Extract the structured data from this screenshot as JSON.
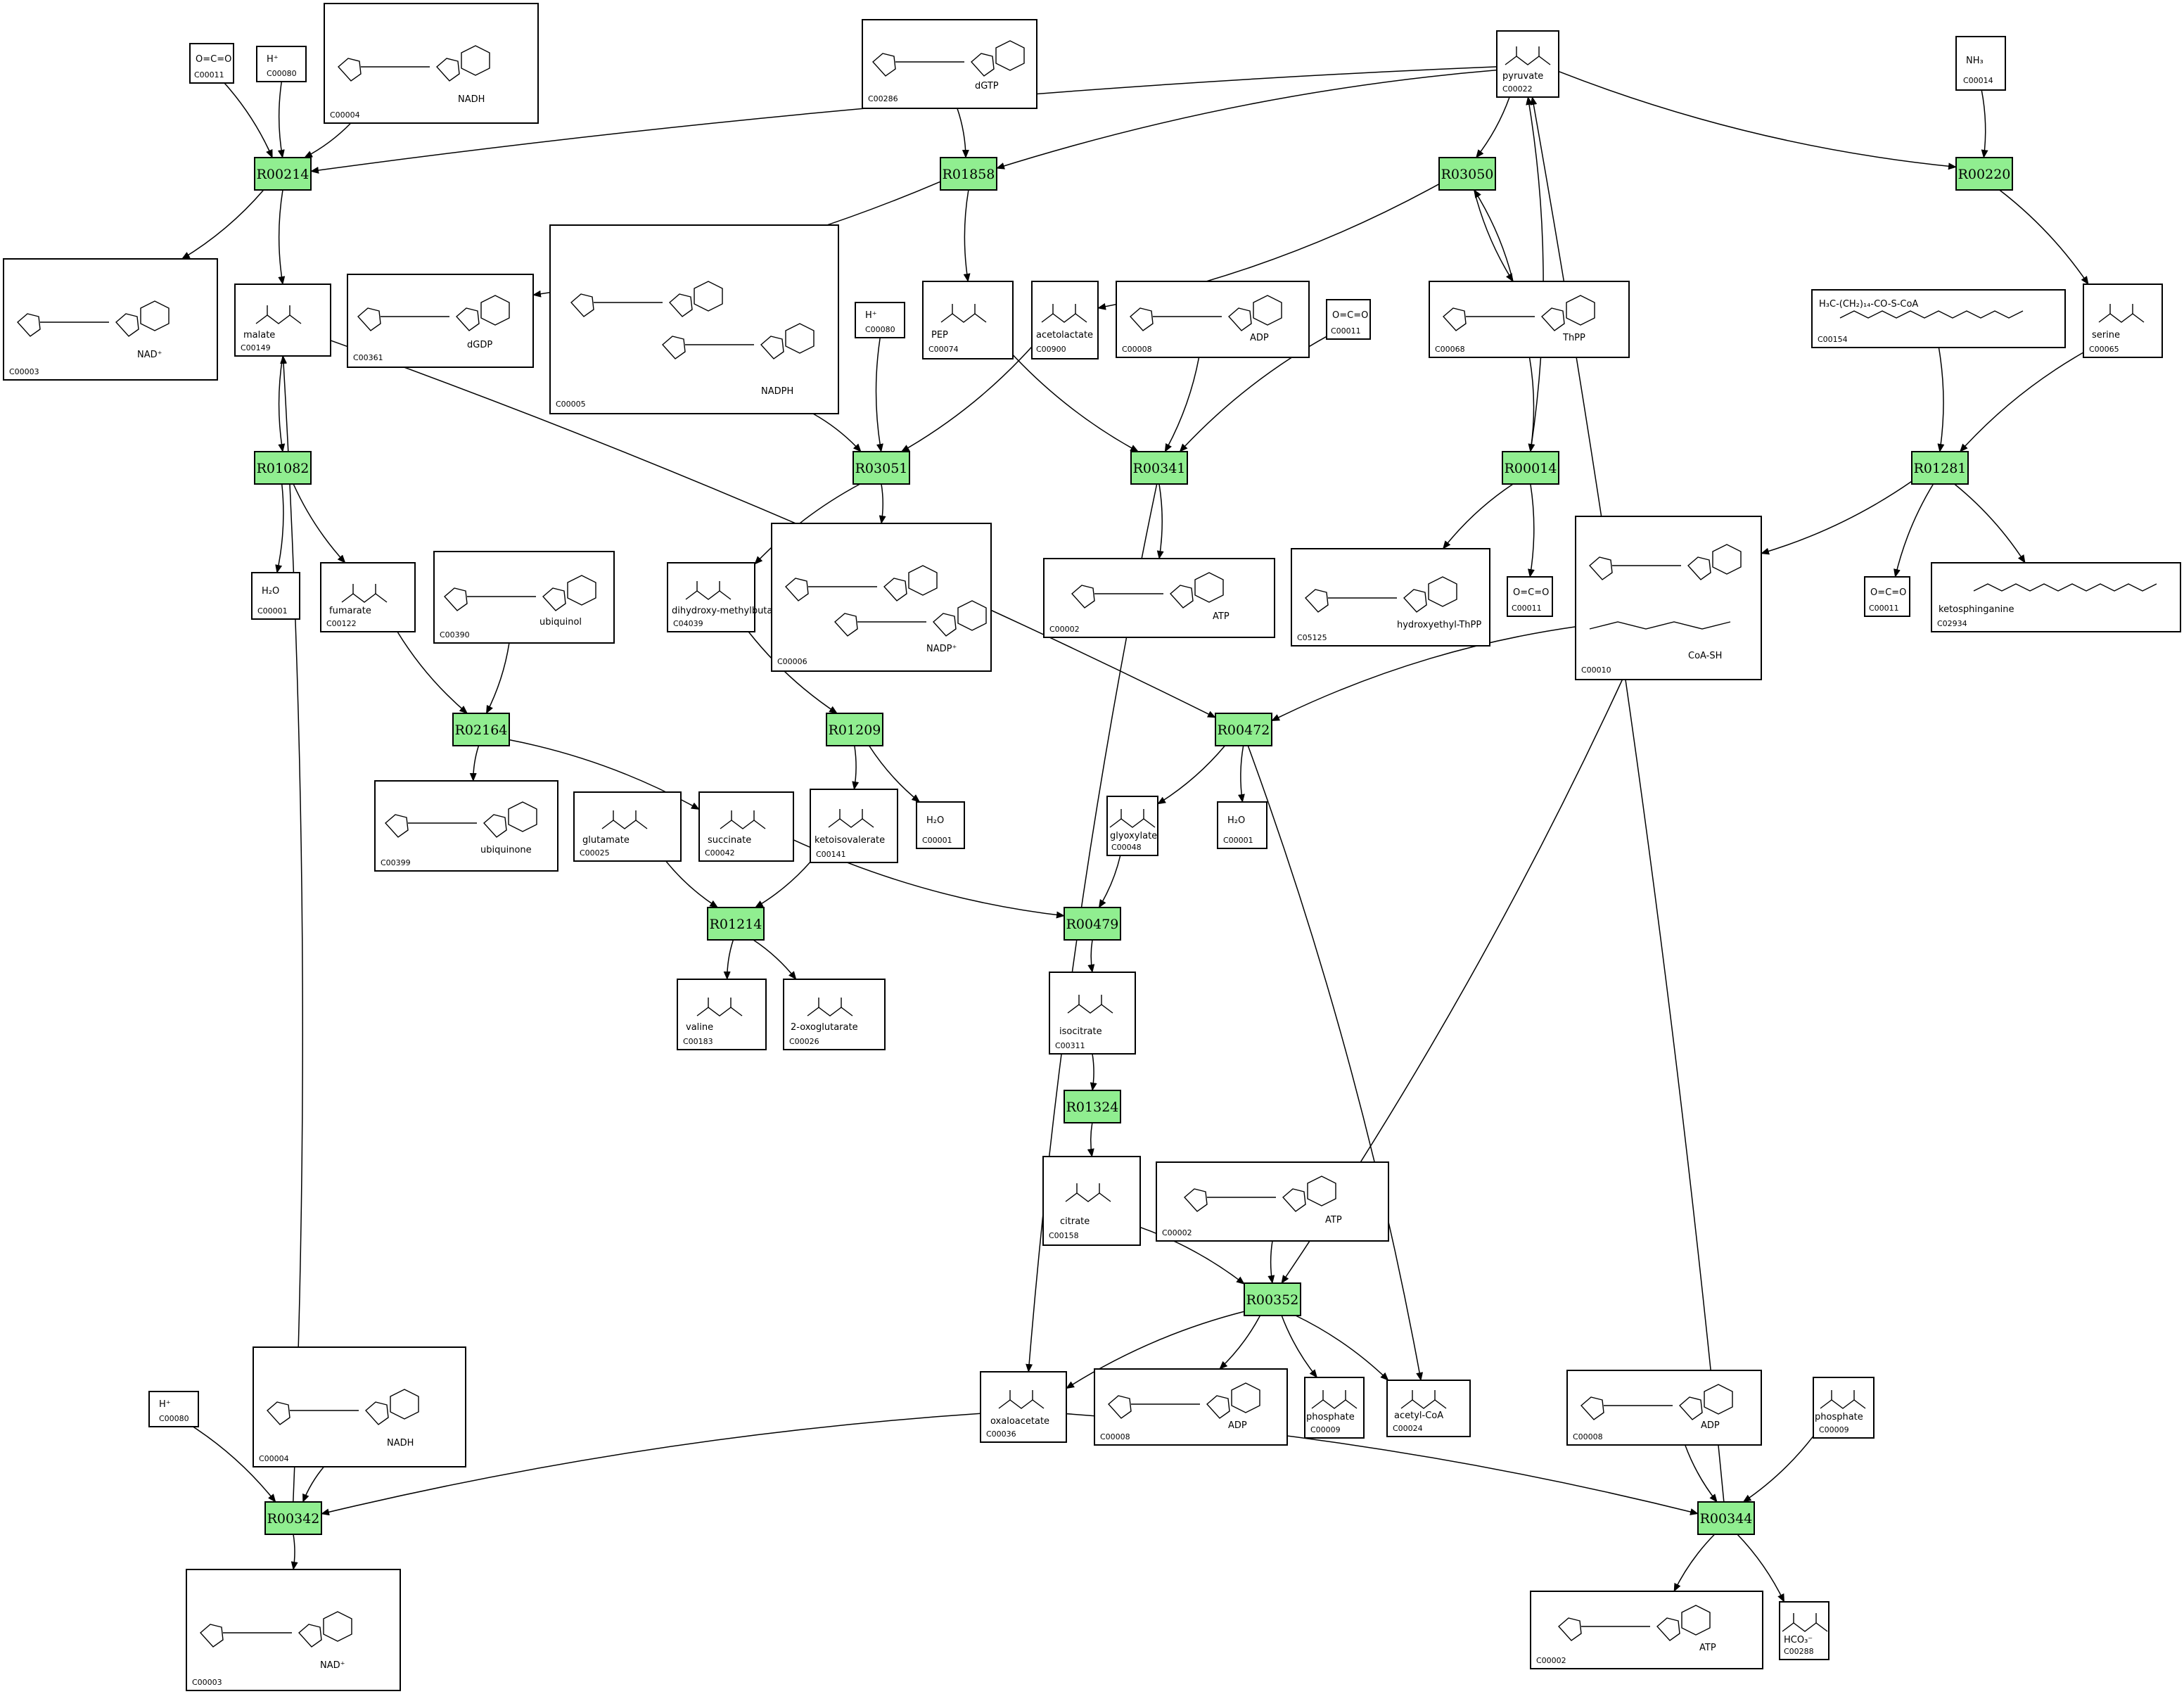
{
  "reactions": [
    {
      "id": "r00214",
      "label": "R00214"
    },
    {
      "id": "r01858",
      "label": "R01858"
    },
    {
      "id": "r03050",
      "label": "R03050"
    },
    {
      "id": "r00220",
      "label": "R00220"
    },
    {
      "id": "r01082",
      "label": "R01082"
    },
    {
      "id": "r03051",
      "label": "R03051"
    },
    {
      "id": "r00341",
      "label": "R00341"
    },
    {
      "id": "r00014",
      "label": "R00014"
    },
    {
      "id": "r01281",
      "label": "R01281"
    },
    {
      "id": "r02164",
      "label": "R02164"
    },
    {
      "id": "r01209",
      "label": "R01209"
    },
    {
      "id": "r00472",
      "label": "R00472"
    },
    {
      "id": "r01214",
      "label": "R01214"
    },
    {
      "id": "r00479",
      "label": "R00479"
    },
    {
      "id": "r01324",
      "label": "R01324"
    },
    {
      "id": "r00352",
      "label": "R00352"
    },
    {
      "id": "r00342",
      "label": "R00342"
    },
    {
      "id": "r00344",
      "label": "R00344"
    }
  ],
  "compounds": [
    {
      "id": "c00011a",
      "label": "C00011",
      "formula": "O=C=O"
    },
    {
      "id": "c00080a",
      "label": "C00080",
      "formula": "H⁺"
    },
    {
      "id": "c00004a",
      "label": "C00004",
      "formula": "NADH"
    },
    {
      "id": "c00286",
      "label": "C00286",
      "formula": "dGTP"
    },
    {
      "id": "c00022",
      "label": "C00022",
      "formula": "pyruvate"
    },
    {
      "id": "c00014",
      "label": "C00014",
      "formula": "NH₃"
    },
    {
      "id": "c00003a",
      "label": "C00003",
      "formula": "NAD⁺"
    },
    {
      "id": "c00149",
      "label": "C00149",
      "formula": "malate"
    },
    {
      "id": "c00361",
      "label": "C00361",
      "formula": "dGDP"
    },
    {
      "id": "c00005",
      "label": "C00005",
      "formula": "NADPH"
    },
    {
      "id": "c00080b",
      "label": "C00080",
      "formula": "H⁺"
    },
    {
      "id": "c00074",
      "label": "C00074",
      "formula": "PEP"
    },
    {
      "id": "c00900",
      "label": "C00900",
      "formula": "acetolactate"
    },
    {
      "id": "c00008",
      "label": "C00008",
      "formula": "ADP"
    },
    {
      "id": "c00011b",
      "label": "C00011",
      "formula": "O=C=O"
    },
    {
      "id": "c00068",
      "label": "C00068",
      "formula": "ThPP"
    },
    {
      "id": "c00154",
      "label": "C00154",
      "formula": "H₃C-(CH₂)₁₄-CO-S-CoA"
    },
    {
      "id": "c00065",
      "label": "C00065",
      "formula": "serine"
    },
    {
      "id": "c00001a",
      "label": "C00001",
      "formula": "H₂O"
    },
    {
      "id": "c00122",
      "label": "C00122",
      "formula": "fumarate"
    },
    {
      "id": "c00390",
      "label": "C00390",
      "formula": "ubiquinol"
    },
    {
      "id": "c04039",
      "label": "C04039",
      "formula": "dihydroxy-methylbutanoate"
    },
    {
      "id": "c00006",
      "label": "C00006",
      "formula": "NADP⁺"
    },
    {
      "id": "c00002a",
      "label": "C00002",
      "formula": "ATP"
    },
    {
      "id": "c05125",
      "label": "C05125",
      "formula": "hydroxyethyl-ThPP"
    },
    {
      "id": "c00011c",
      "label": "C00011",
      "formula": "O=C=O"
    },
    {
      "id": "c00010",
      "label": "C00010",
      "formula": "CoA-SH"
    },
    {
      "id": "c00011d",
      "label": "C00011",
      "formula": "O=C=O"
    },
    {
      "id": "c02934",
      "label": "C02934",
      "formula": "ketosphinganine"
    },
    {
      "id": "c00399",
      "label": "C00399",
      "formula": "ubiquinone"
    },
    {
      "id": "c00025",
      "label": "C00025",
      "formula": "glutamate"
    },
    {
      "id": "c00042",
      "label": "C00042",
      "formula": "succinate"
    },
    {
      "id": "c00141",
      "label": "C00141",
      "formula": "ketoisovalerate"
    },
    {
      "id": "c00001b",
      "label": "C00001",
      "formula": "H₂O"
    },
    {
      "id": "c00048",
      "label": "C00048",
      "formula": "glyoxylate"
    },
    {
      "id": "c00001c",
      "label": "C00001",
      "formula": "H₂O"
    },
    {
      "id": "c00183",
      "label": "C00183",
      "formula": "valine"
    },
    {
      "id": "c00026",
      "label": "C00026",
      "formula": "2-oxoglutarate"
    },
    {
      "id": "c00311",
      "label": "C00311",
      "formula": "isocitrate"
    },
    {
      "id": "c00158",
      "label": "C00158",
      "formula": "citrate"
    },
    {
      "id": "c00002b",
      "label": "C00002",
      "formula": "ATP"
    },
    {
      "id": "c00004b",
      "label": "C00004",
      "formula": "NADH"
    },
    {
      "id": "c00080c",
      "label": "C00080",
      "formula": "H⁺"
    },
    {
      "id": "c00036",
      "label": "C00036",
      "formula": "oxaloacetate"
    },
    {
      "id": "c00008b",
      "label": "C00008",
      "formula": "ADP"
    },
    {
      "id": "c00009a",
      "label": "C00009",
      "formula": "phosphate"
    },
    {
      "id": "c00024",
      "label": "C00024",
      "formula": "acetyl-CoA"
    },
    {
      "id": "c00008c",
      "label": "C00008",
      "formula": "ADP"
    },
    {
      "id": "c00009b",
      "label": "C00009",
      "formula": "phosphate"
    },
    {
      "id": "c00003b",
      "label": "C00003",
      "formula": "NAD⁺"
    },
    {
      "id": "c00002c",
      "label": "C00002",
      "formula": "ATP"
    },
    {
      "id": "c00288",
      "label": "C00288",
      "formula": "HCO₃⁻"
    }
  ],
  "edges": [
    [
      "c00011a",
      "r00214"
    ],
    [
      "c00080a",
      "r00214"
    ],
    [
      "c00004a",
      "r00214"
    ],
    [
      "c00022",
      "r00214"
    ],
    [
      "r00214",
      "c00003a"
    ],
    [
      "r00214",
      "c00149"
    ],
    [
      "c00286",
      "r01858"
    ],
    [
      "c00022",
      "r01858"
    ],
    [
      "r01858",
      "c00361"
    ],
    [
      "r01858",
      "c00074"
    ],
    [
      "c00022",
      "r03050"
    ],
    [
      "c00068",
      "r03050"
    ],
    [
      "r03050",
      "c00900"
    ],
    [
      "r03050",
      "c00068"
    ],
    [
      "c00014",
      "r00220"
    ],
    [
      "c00022",
      "r00220"
    ],
    [
      "r00220",
      "c00065"
    ],
    [
      "c00149",
      "r01082"
    ],
    [
      "r01082",
      "c00001a"
    ],
    [
      "r01082",
      "c00122"
    ],
    [
      "c00005",
      "r03051"
    ],
    [
      "c00080b",
      "r03051"
    ],
    [
      "c00900",
      "r03051"
    ],
    [
      "r03051",
      "c04039"
    ],
    [
      "r03051",
      "c00006"
    ],
    [
      "c00074",
      "r00341"
    ],
    [
      "c00008",
      "r00341"
    ],
    [
      "c00011b",
      "r00341"
    ],
    [
      "r00341",
      "c00002a"
    ],
    [
      "r00341",
      "c00036"
    ],
    [
      "c00068",
      "r00014"
    ],
    [
      "r00014",
      "c05125"
    ],
    [
      "r00014",
      "c00011c"
    ],
    [
      "r00014",
      "c00022"
    ],
    [
      "c00154",
      "r01281"
    ],
    [
      "c00065",
      "r01281"
    ],
    [
      "r01281",
      "c00010"
    ],
    [
      "r01281",
      "c00011d"
    ],
    [
      "r01281",
      "c02934"
    ],
    [
      "c00122",
      "r02164"
    ],
    [
      "c00390",
      "r02164"
    ],
    [
      "r02164",
      "c00399"
    ],
    [
      "r02164",
      "c00042"
    ],
    [
      "c04039",
      "r01209"
    ],
    [
      "r01209",
      "c00141"
    ],
    [
      "r01209",
      "c00001b"
    ],
    [
      "c00149",
      "r00472"
    ],
    [
      "c00010",
      "r00472"
    ],
    [
      "r00472",
      "c00048"
    ],
    [
      "r00472",
      "c00001c"
    ],
    [
      "r00472",
      "c00024"
    ],
    [
      "c00025",
      "r01214"
    ],
    [
      "c00141",
      "r01214"
    ],
    [
      "r01214",
      "c00183"
    ],
    [
      "r01214",
      "c00026"
    ],
    [
      "c00042",
      "r00479"
    ],
    [
      "c00048",
      "r00479"
    ],
    [
      "r00479",
      "c00311"
    ],
    [
      "c00311",
      "r01324"
    ],
    [
      "r01324",
      "c00158"
    ],
    [
      "c00158",
      "r00352"
    ],
    [
      "c00002b",
      "r00352"
    ],
    [
      "c00010",
      "r00352"
    ],
    [
      "r00352",
      "c00036"
    ],
    [
      "r00352",
      "c00008b"
    ],
    [
      "r00352",
      "c00009a"
    ],
    [
      "r00352",
      "c00024"
    ],
    [
      "c00004b",
      "r00342"
    ],
    [
      "c00080c",
      "r00342"
    ],
    [
      "c00036",
      "r00342"
    ],
    [
      "r00342",
      "c00003b"
    ],
    [
      "r00342",
      "c00149"
    ],
    [
      "c00036",
      "r00344"
    ],
    [
      "c00008c",
      "r00344"
    ],
    [
      "c00009b",
      "r00344"
    ],
    [
      "r00344",
      "c00002c"
    ],
    [
      "r00344",
      "c00288"
    ],
    [
      "r00344",
      "c00022"
    ]
  ]
}
